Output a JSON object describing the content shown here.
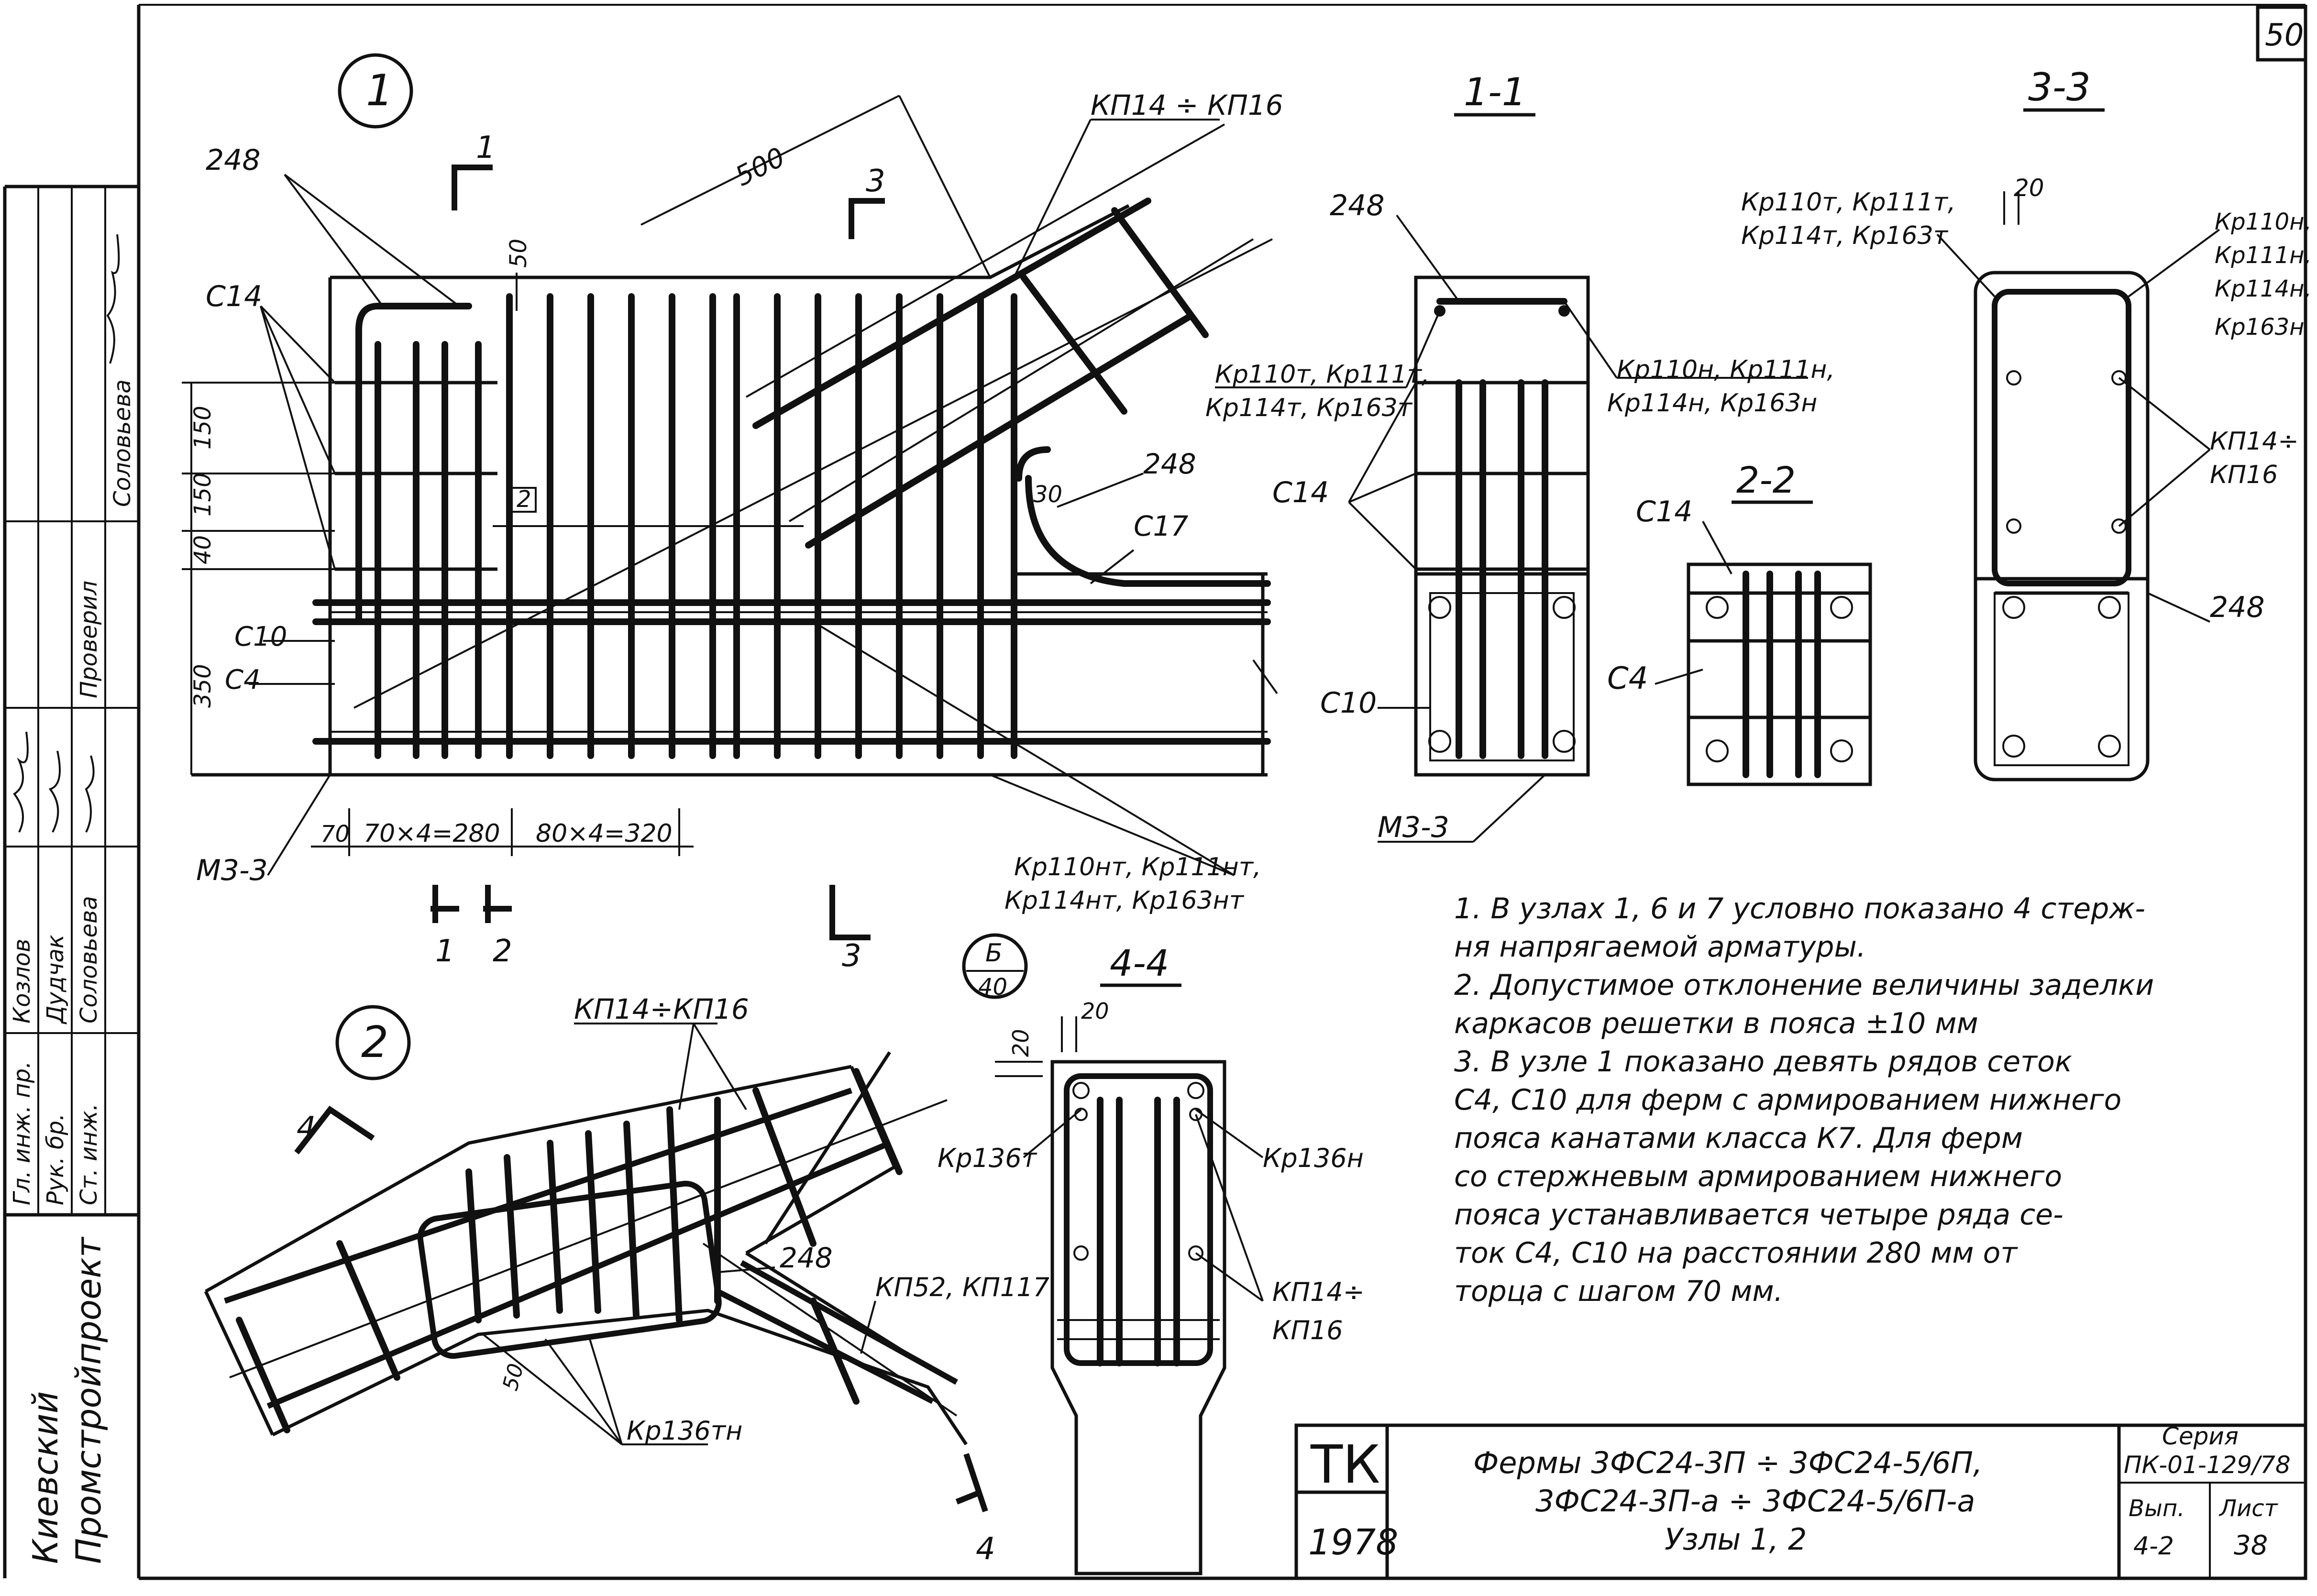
{
  "sheet": {
    "page_number": "50",
    "stamp_code": "ТК",
    "stamp_year": "1978",
    "title_line1": "Фермы  3ФС24-3П ÷ 3ФС24-5/6П,",
    "title_line2": "3ФС24-3П-а ÷ 3ФС24-5/6П-а",
    "title_line3": "Узлы 1, 2",
    "series_label": "Серия",
    "series_value": "ПК-01-129/78",
    "issue_label": "Вып.",
    "issue_value": "4-2",
    "sheet_label": "Лист",
    "sheet_value": "38"
  },
  "side_block": {
    "org_line1": "Киевский",
    "org_line2": "Промстройпроект",
    "roles": [
      "Гл. инж. пр.",
      "Рук. бр.",
      "Ст. инж."
    ],
    "names_a": [
      "Козлов",
      "Дудчак",
      "Соловьева"
    ],
    "names_b": [
      "Проверил",
      "Соловьева"
    ]
  },
  "node1": {
    "mark": "1",
    "labels": {
      "n248a": "248",
      "n248b": "248",
      "c14": "С14",
      "c10": "С10",
      "c4": "С4",
      "m33": "М3-3",
      "kp1416": "КП14 ÷ КП16",
      "c17": "С17",
      "kp110": "Кр110т, Кр111т,",
      "kp114": "Кр114т, Кр163т",
      "kp110b": "Кр110нт, Кр111нт,",
      "kp114b": "Кр114нт, Кр163нт"
    },
    "dims": {
      "d500": "500",
      "d50": "50",
      "d150a": "150",
      "d150b": "150",
      "d40": "40",
      "d350": "350",
      "d2": "2",
      "d30": "30",
      "d70": "70",
      "d280": "70×4=280",
      "d320": "80×4=320"
    },
    "cuts": [
      "1",
      "3",
      "1",
      "2",
      "3"
    ]
  },
  "section11": {
    "title": "1-1",
    "labels": {
      "n248": "248",
      "c14": "С14",
      "c10": "С10",
      "m33": "М3-3",
      "kp110n": "Кр110н, Кр111н,",
      "kp114n": "Кр114н, Кр163н"
    }
  },
  "section22": {
    "title": "2-2",
    "c14": "С14",
    "c4": "С4"
  },
  "section33": {
    "title": "3-3",
    "labels": {
      "d20": "20",
      "kp110t": "Кр110т, Кр111т,",
      "kp114t": "Кр114т, Кр163т",
      "kp110n": "Кр110н,",
      "kp111n": "Кр111н,",
      "kp114n": "Кр114н,",
      "kp163n": "Кр163н",
      "kp14": "КП14÷",
      "kp16": "КП16",
      "n248": "248"
    }
  },
  "node2": {
    "mark": "2",
    "cut": "4",
    "cut_end": "4",
    "labels": {
      "kp1416": "КП14÷КП16",
      "n248": "248",
      "kp52": "КП52, КП117",
      "kp136": "Кр136тн",
      "d50": "50"
    }
  },
  "section44": {
    "title": "4-4",
    "ref_top": "Б",
    "ref_bottom": "40",
    "labels": {
      "d20a": "20",
      "d20b": "20",
      "kp136t": "Кр136т",
      "kp136n": "Кр136н",
      "kp14": "КП14÷",
      "kp16": "КП16"
    }
  },
  "notes": [
    "1. В узлах  1, 6 и 7 условно показано 4 стерж-",
    "ня  напрягаемой  арматуры.",
    "2. Допустимое  отклонение  величины  заделки",
    "каркасов решетки  в пояса ±10 мм",
    "3.  В узле 1 показано  девять рядов  сеток",
    "С4, С10  для  ферм  с армированием  нижнего",
    "пояса  канатами  класса  К7.  Для  ферм",
    "со  стержневым  армированием  нижнего",
    "пояса  устанавливается  четыре ряда  се-",
    "ток  С4,  С10  на  расстоянии  280 мм  от",
    "торца  с  шагом   70 мм."
  ]
}
